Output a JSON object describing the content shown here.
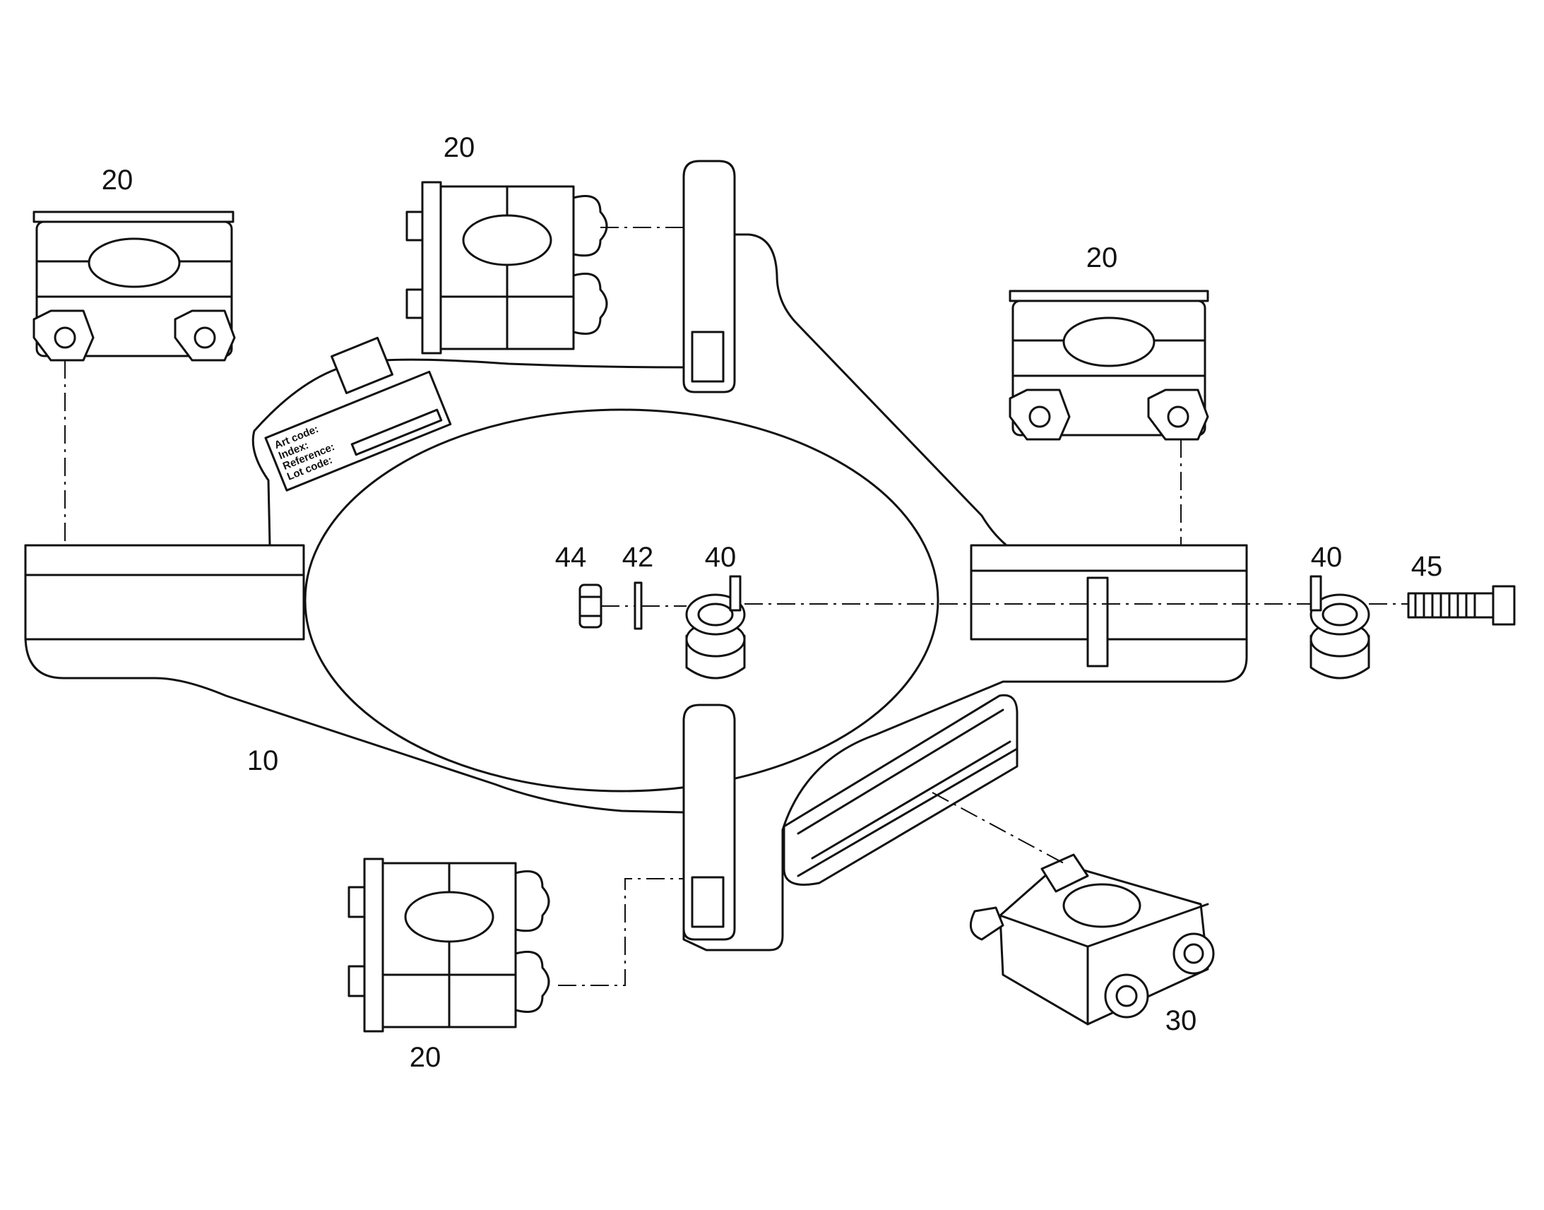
{
  "figure": {
    "callouts": {
      "frame": "10",
      "clamp_top_left": "20",
      "clamp_top_middle": "20",
      "clamp_top_right": "20",
      "clamp_bottom": "20",
      "clamp_rail": "30",
      "clip_left": "40",
      "clip_right": "40",
      "washer": "42",
      "nut": "44",
      "screw": "45"
    },
    "label_plate_lines": [
      "Art code:",
      "Index:",
      "Reference:",
      "Lot code:"
    ]
  }
}
